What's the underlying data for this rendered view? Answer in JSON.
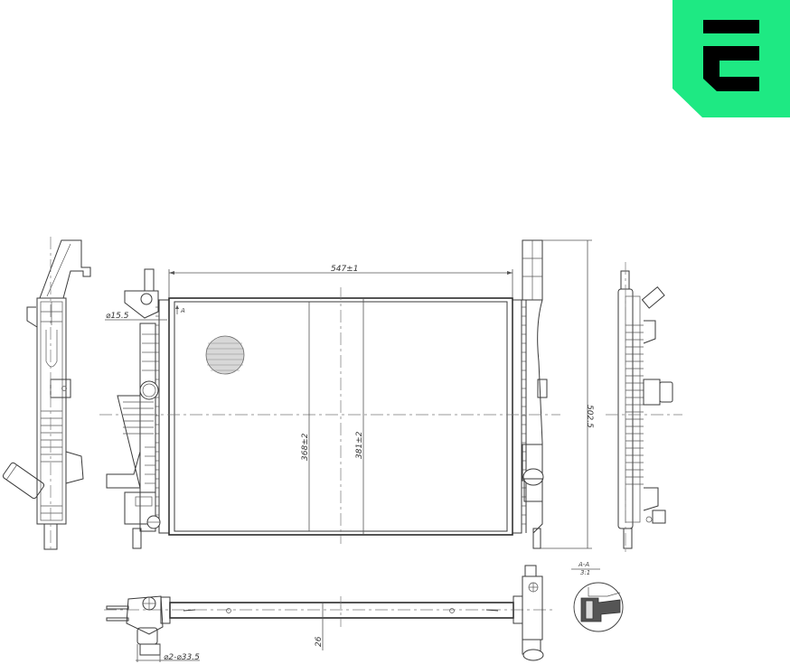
{
  "logo": {
    "letter": "E",
    "bg_color": "#1EE983",
    "fg_color": "#000000"
  },
  "drawing": {
    "views": [
      "side-view-left",
      "front-view",
      "side-view-right",
      "top-view",
      "section-detail"
    ],
    "dimensions": {
      "overall_width": "547±1",
      "core_height_inner": "368±2",
      "core_height_outer": "381±2",
      "overall_height": "502.5",
      "core_depth": "26",
      "small_pipe_diameter": "⌀15.5",
      "large_pipe_diameter": "⌀2-⌀33.5"
    },
    "section_marker": "A",
    "section": {
      "label": "A-A",
      "scale": "3:1"
    }
  }
}
